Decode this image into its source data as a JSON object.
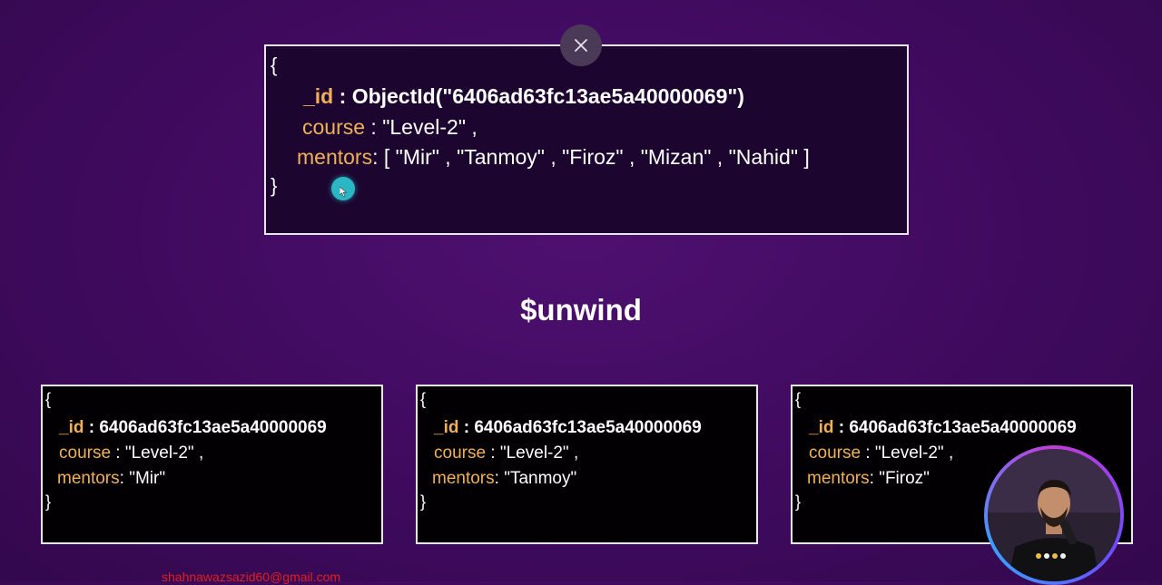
{
  "main_doc": {
    "open_brace": "{",
    "close_brace": "}",
    "id_key": "_id",
    "id_sep": " : ",
    "id_value": "ObjectId(\"6406ad63fc13ae5a40000069\")",
    "course_key": "course",
    "course_sep": " : ",
    "course_value": "\"Level-2\" ,",
    "mentors_key": "mentors",
    "mentors_sep": ": ",
    "mentors_value": "[ \"Mir\" , \"Tanmoy\" , \"Firoz\" , \"Mizan\" , \"Nahid\" ]"
  },
  "close_icon": "close-icon",
  "heading": "$unwind",
  "unwound_docs": [
    {
      "open_brace": "{",
      "close_brace": "}",
      "id_key": "_id",
      "id_sep": " : ",
      "id_value": "6406ad63fc13ae5a40000069",
      "course_key": "course",
      "course_sep": " : ",
      "course_value": "\"Level-2\" ,",
      "mentors_key": "mentors",
      "mentors_sep": ": ",
      "mentors_value": "\"Mir\""
    },
    {
      "open_brace": "{",
      "close_brace": "}",
      "id_key": "_id",
      "id_sep": " : ",
      "id_value": "6406ad63fc13ae5a40000069",
      "course_key": "course",
      "course_sep": " : ",
      "course_value": "\"Level-2\" ,",
      "mentors_key": "mentors",
      "mentors_sep": ": ",
      "mentors_value": "\"Tanmoy\""
    },
    {
      "open_brace": "{",
      "close_brace": "}",
      "id_key": "_id",
      "id_sep": " : ",
      "id_value": "6406ad63fc13ae5a40000069",
      "course_key": "course",
      "course_sep": " : ",
      "course_value": "\"Level-2\" ,",
      "mentors_key": "mentors",
      "mentors_sep": ": ",
      "mentors_value": "\"Firoz\""
    }
  ],
  "watermark_email": "shahnawazsazid60@gmail.com",
  "colors": {
    "background": "#420b62",
    "key": "#f0b05a",
    "value": "#ffffff",
    "main_box_bg": "#1c0630",
    "doc_box_bg": "#020003",
    "cursor": "#2bb6c4",
    "email": "#e02020"
  }
}
